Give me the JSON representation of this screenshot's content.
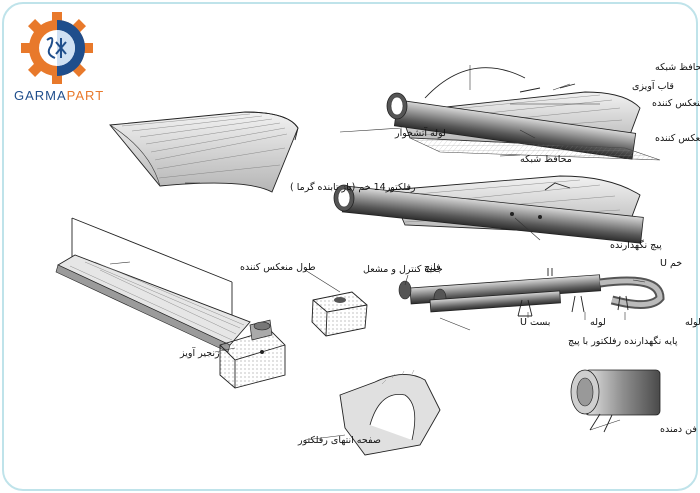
{
  "brand": {
    "name_main": "GARMA",
    "name_accent": "PART",
    "colors": {
      "primary": "#1f4e8c",
      "accent": "#e8792b",
      "frame": "#bfe3ea"
    }
  },
  "labels": {
    "mesh_guard_holder": "نگهدارنده محافظ شبکه",
    "hanging_frame": "قاب آویزی",
    "reflector": "منعکس کننده",
    "burner_tube": "لوله آتشخوار",
    "reflector_holder": "نگهدارنده منعکس کننده",
    "mesh_guard": "محافظ شبکه",
    "reflector_14": "رفلکتور14 خم (باز تابنده گرما )",
    "holder_screw": "پیچ نگهدارنده",
    "reflector_length": "طول منعکس کننده",
    "control_box_burner": "جعبه کنترل و مشعل",
    "flange": "فلنج",
    "u_bend": "U خم",
    "u_clamp": "U بست",
    "tube": "لوله",
    "tube_clamp_stand": "پایه بست لوله",
    "reflector_stand_screw": "پایه نگهدارنده رفلکتور با پیچ",
    "hanging_chain": "زنجیر آویز",
    "reflector_end_plate": "صفحه انتهای رفلکتور",
    "fan_assembly": "مجموعه ی فن دمنده"
  }
}
